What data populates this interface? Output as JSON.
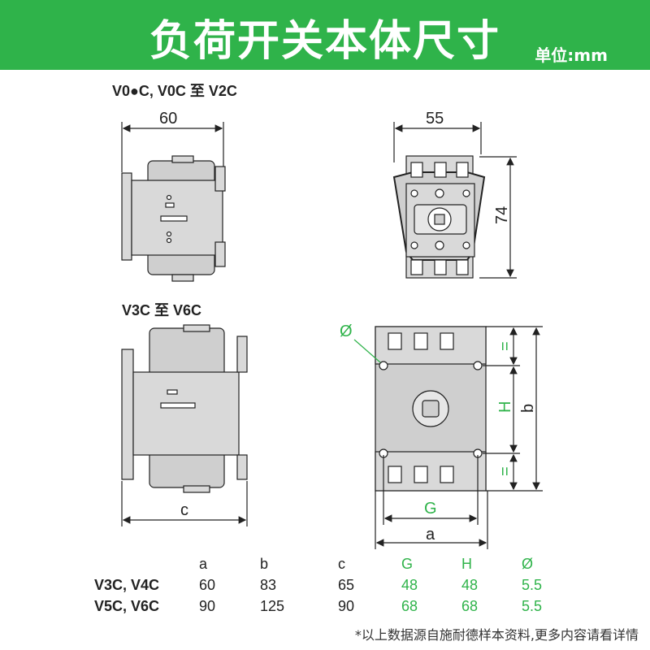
{
  "banner": {
    "title": "负荷开关本体尺寸",
    "unit_label": "单位:mm",
    "color": "#2fb34a"
  },
  "sections": {
    "top_label": "V0●C, V0C 至 V2C",
    "bottom_label": "V3C 至 V6C"
  },
  "dims_top": {
    "width_side": "60",
    "width_front": "55",
    "height_front": "74"
  },
  "dims_bottom": {
    "c": "c",
    "a": "a",
    "G": "G",
    "b": "b",
    "H": "H",
    "eq1": "=",
    "eq2": "=",
    "dia": "Ø"
  },
  "table": {
    "headers": [
      "a",
      "b",
      "c",
      "G",
      "H",
      "Ø"
    ],
    "rows": [
      {
        "model": "V3C, V4C",
        "a": "60",
        "b": "83",
        "c": "65",
        "G": "48",
        "H": "48",
        "dia": "5.5"
      },
      {
        "model": "V5C, V6C",
        "a": "90",
        "b": "125",
        "c": "90",
        "G": "68",
        "H": "68",
        "dia": "5.5"
      }
    ]
  },
  "footnote": "*以上数据源自施耐德样本资料,更多内容请看详情"
}
